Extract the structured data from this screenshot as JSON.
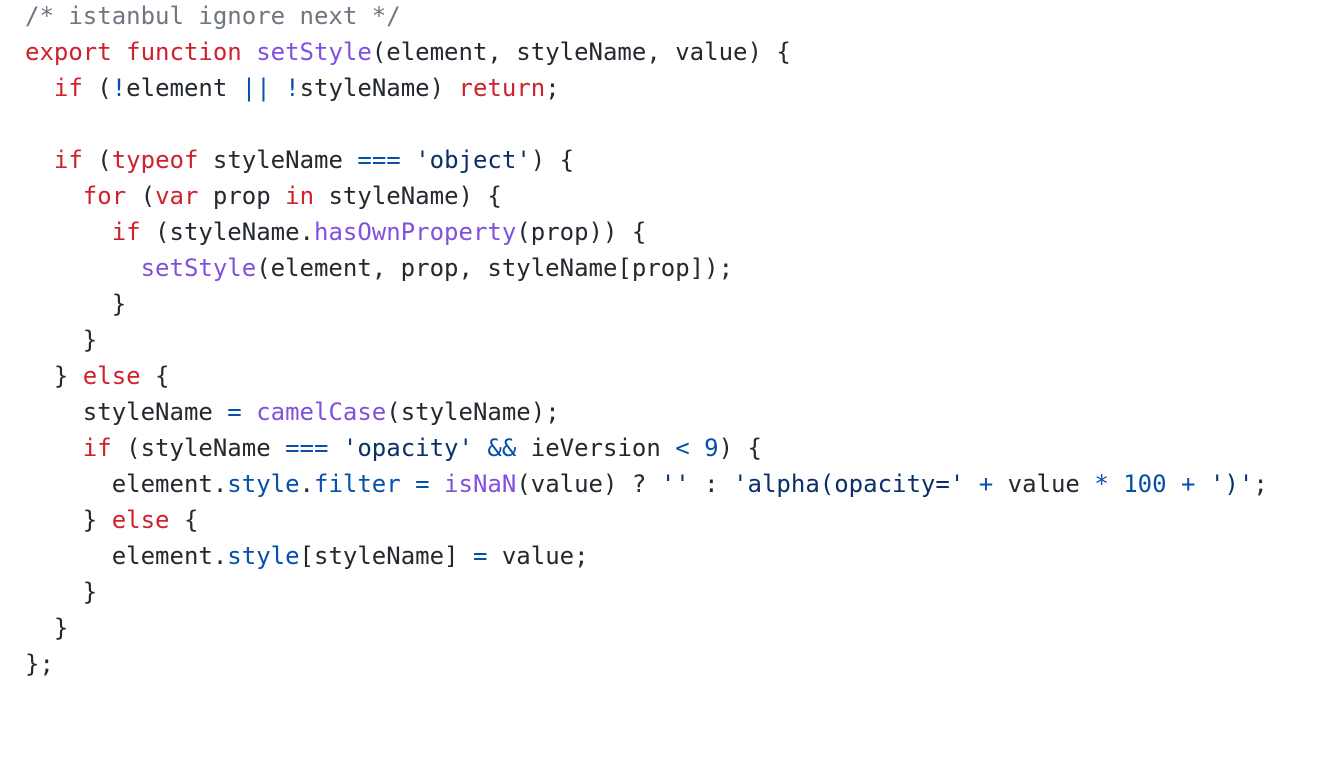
{
  "code": {
    "lines": [
      [
        {
          "t": "comment",
          "v": "/* istanbul ignore next */"
        }
      ],
      [
        {
          "t": "keyword",
          "v": "export"
        },
        {
          "t": "plain",
          "v": " "
        },
        {
          "t": "keyword",
          "v": "function"
        },
        {
          "t": "plain",
          "v": " "
        },
        {
          "t": "func",
          "v": "setStyle"
        },
        {
          "t": "plain",
          "v": "(element, styleName, value) {"
        }
      ],
      [
        {
          "t": "plain",
          "v": "  "
        },
        {
          "t": "keyword",
          "v": "if"
        },
        {
          "t": "plain",
          "v": " ("
        },
        {
          "t": "op",
          "v": "!"
        },
        {
          "t": "plain",
          "v": "element "
        },
        {
          "t": "op",
          "v": "||"
        },
        {
          "t": "plain",
          "v": " "
        },
        {
          "t": "op",
          "v": "!"
        },
        {
          "t": "plain",
          "v": "styleName) "
        },
        {
          "t": "keyword",
          "v": "return"
        },
        {
          "t": "plain",
          "v": ";"
        }
      ],
      [
        {
          "t": "plain",
          "v": ""
        }
      ],
      [
        {
          "t": "plain",
          "v": "  "
        },
        {
          "t": "keyword",
          "v": "if"
        },
        {
          "t": "plain",
          "v": " ("
        },
        {
          "t": "keyword",
          "v": "typeof"
        },
        {
          "t": "plain",
          "v": " styleName "
        },
        {
          "t": "op",
          "v": "==="
        },
        {
          "t": "plain",
          "v": " "
        },
        {
          "t": "string",
          "v": "'object'"
        },
        {
          "t": "plain",
          "v": ") {"
        }
      ],
      [
        {
          "t": "plain",
          "v": "    "
        },
        {
          "t": "keyword",
          "v": "for"
        },
        {
          "t": "plain",
          "v": " ("
        },
        {
          "t": "keyword",
          "v": "var"
        },
        {
          "t": "plain",
          "v": " prop "
        },
        {
          "t": "keyword",
          "v": "in"
        },
        {
          "t": "plain",
          "v": " styleName) {"
        }
      ],
      [
        {
          "t": "plain",
          "v": "      "
        },
        {
          "t": "keyword",
          "v": "if"
        },
        {
          "t": "plain",
          "v": " (styleName."
        },
        {
          "t": "func",
          "v": "hasOwnProperty"
        },
        {
          "t": "plain",
          "v": "(prop)) {"
        }
      ],
      [
        {
          "t": "plain",
          "v": "        "
        },
        {
          "t": "func",
          "v": "setStyle"
        },
        {
          "t": "plain",
          "v": "(element, prop, styleName[prop]);"
        }
      ],
      [
        {
          "t": "plain",
          "v": "      }"
        }
      ],
      [
        {
          "t": "plain",
          "v": "    }"
        }
      ],
      [
        {
          "t": "plain",
          "v": "  } "
        },
        {
          "t": "keyword",
          "v": "else"
        },
        {
          "t": "plain",
          "v": " {"
        }
      ],
      [
        {
          "t": "plain",
          "v": "    styleName "
        },
        {
          "t": "op",
          "v": "="
        },
        {
          "t": "plain",
          "v": " "
        },
        {
          "t": "func",
          "v": "camelCase"
        },
        {
          "t": "plain",
          "v": "(styleName);"
        }
      ],
      [
        {
          "t": "plain",
          "v": "    "
        },
        {
          "t": "keyword",
          "v": "if"
        },
        {
          "t": "plain",
          "v": " (styleName "
        },
        {
          "t": "op",
          "v": "==="
        },
        {
          "t": "plain",
          "v": " "
        },
        {
          "t": "string",
          "v": "'opacity'"
        },
        {
          "t": "plain",
          "v": " "
        },
        {
          "t": "op",
          "v": "&&"
        },
        {
          "t": "plain",
          "v": " ieVersion "
        },
        {
          "t": "op",
          "v": "<"
        },
        {
          "t": "plain",
          "v": " "
        },
        {
          "t": "number",
          "v": "9"
        },
        {
          "t": "plain",
          "v": ") {"
        }
      ],
      [
        {
          "t": "plain",
          "v": "      element."
        },
        {
          "t": "prop",
          "v": "style"
        },
        {
          "t": "plain",
          "v": "."
        },
        {
          "t": "prop",
          "v": "filter"
        },
        {
          "t": "plain",
          "v": " "
        },
        {
          "t": "op",
          "v": "="
        },
        {
          "t": "plain",
          "v": " "
        },
        {
          "t": "func",
          "v": "isNaN"
        },
        {
          "t": "plain",
          "v": "(value) ? "
        },
        {
          "t": "string",
          "v": "''"
        },
        {
          "t": "plain",
          "v": " : "
        },
        {
          "t": "string",
          "v": "'alpha(opacity='"
        },
        {
          "t": "plain",
          "v": " "
        },
        {
          "t": "op",
          "v": "+"
        },
        {
          "t": "plain",
          "v": " value "
        },
        {
          "t": "op",
          "v": "*"
        },
        {
          "t": "plain",
          "v": " "
        },
        {
          "t": "number",
          "v": "100"
        },
        {
          "t": "plain",
          "v": " "
        },
        {
          "t": "op",
          "v": "+"
        },
        {
          "t": "plain",
          "v": " "
        },
        {
          "t": "string",
          "v": "')'"
        },
        {
          "t": "plain",
          "v": ";"
        }
      ],
      [
        {
          "t": "plain",
          "v": "    } "
        },
        {
          "t": "keyword",
          "v": "else"
        },
        {
          "t": "plain",
          "v": " {"
        }
      ],
      [
        {
          "t": "plain",
          "v": "      element."
        },
        {
          "t": "prop",
          "v": "style"
        },
        {
          "t": "plain",
          "v": "[styleName] "
        },
        {
          "t": "op",
          "v": "="
        },
        {
          "t": "plain",
          "v": " value;"
        }
      ],
      [
        {
          "t": "plain",
          "v": "    }"
        }
      ],
      [
        {
          "t": "plain",
          "v": "  }"
        }
      ],
      [
        {
          "t": "plain",
          "v": "};"
        }
      ]
    ]
  }
}
